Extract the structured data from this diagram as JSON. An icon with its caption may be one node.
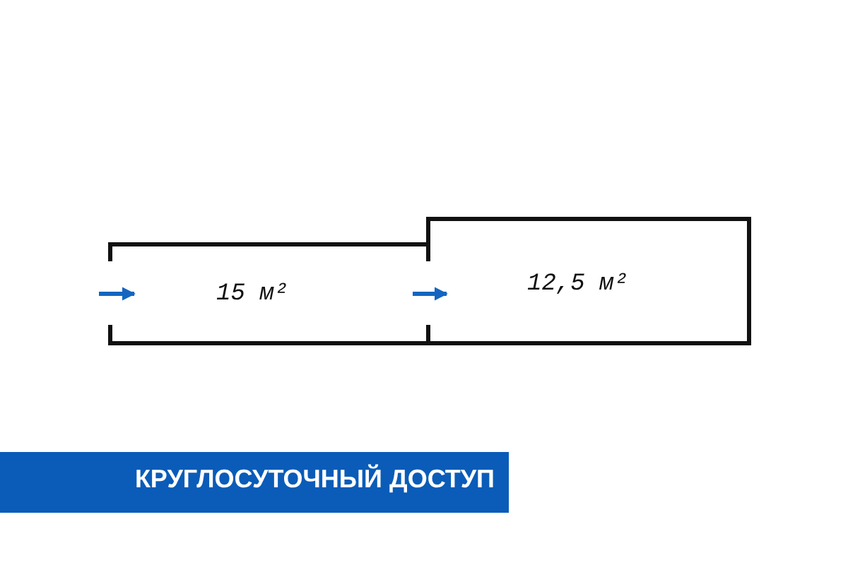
{
  "diagram": {
    "nodes": [
      {
        "text": [
          "15 м²"
        ]
      },
      {
        "text": [
          "12,5 м²"
        ]
      },
      {
        "text": [
          "КРУГЛОСУТОЧНЫЙ ДОСТУП"
        ]
      }
    ],
    "edges": [
      {
        "from": null,
        "to": 0,
        "arrow": "to"
      },
      {
        "from": 0,
        "to": 1,
        "arrow": "to"
      }
    ]
  }
}
